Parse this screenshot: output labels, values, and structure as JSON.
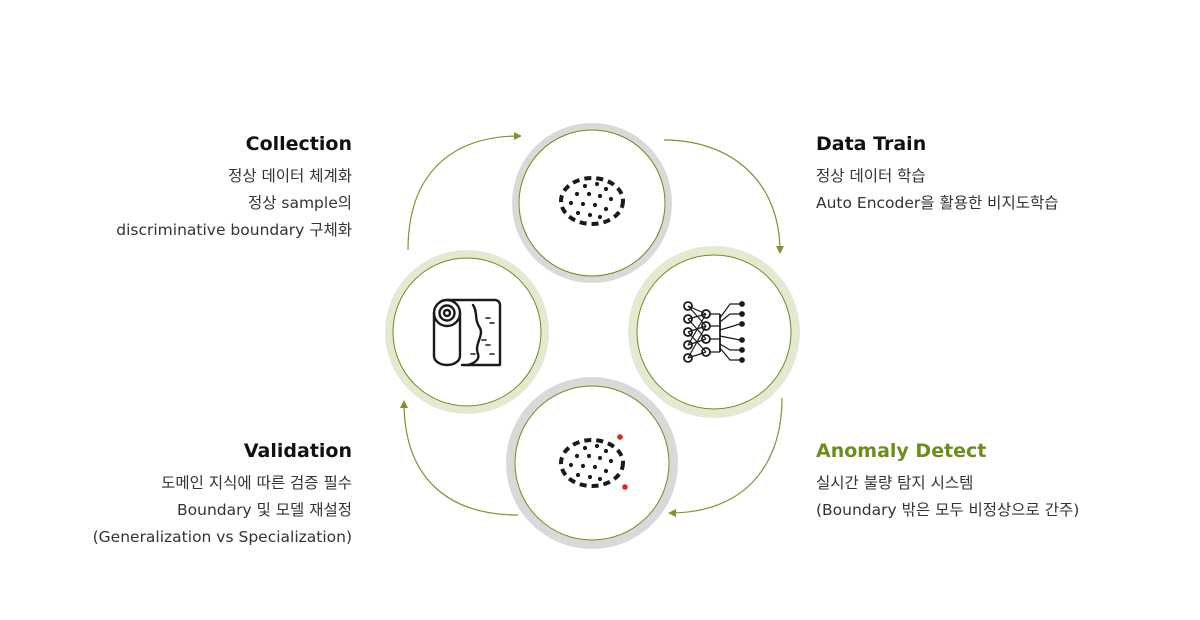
{
  "colors": {
    "accent": "#6b8e1a",
    "arrow": "#7b9632",
    "ring_gray": "#d9d9d9",
    "ring_green": "#e3ead1",
    "circle_border": "#6b8e1a",
    "anomaly_dot": "#e0241b",
    "icon": "#1a1a1a"
  },
  "steps": {
    "collection": {
      "title": "Collection",
      "lines": [
        "정상 데이터 체계화",
        "정상 sample의",
        "discriminative boundary 구체화"
      ],
      "icon": "fabric-roll-icon"
    },
    "data_train": {
      "title": "Data Train",
      "lines": [
        "정상 데이터 학습",
        "Auto Encoder을 활용한 비지도학습"
      ],
      "icon": "neural-network-icon"
    },
    "anomaly_detect": {
      "title": "Anomaly Detect",
      "lines": [
        "실시간 불량 탐지 시스템",
        "(Boundary 밖은 모두 비정상으로 간주)"
      ],
      "icon": "anomaly-cluster-icon"
    },
    "validation": {
      "title": "Validation",
      "lines": [
        "도메인 지식에 따른 검증 필수",
        "Boundary 및 모델 재설정",
        "(Generalization vs Specialization)"
      ],
      "icon": "normal-cluster-icon"
    }
  }
}
